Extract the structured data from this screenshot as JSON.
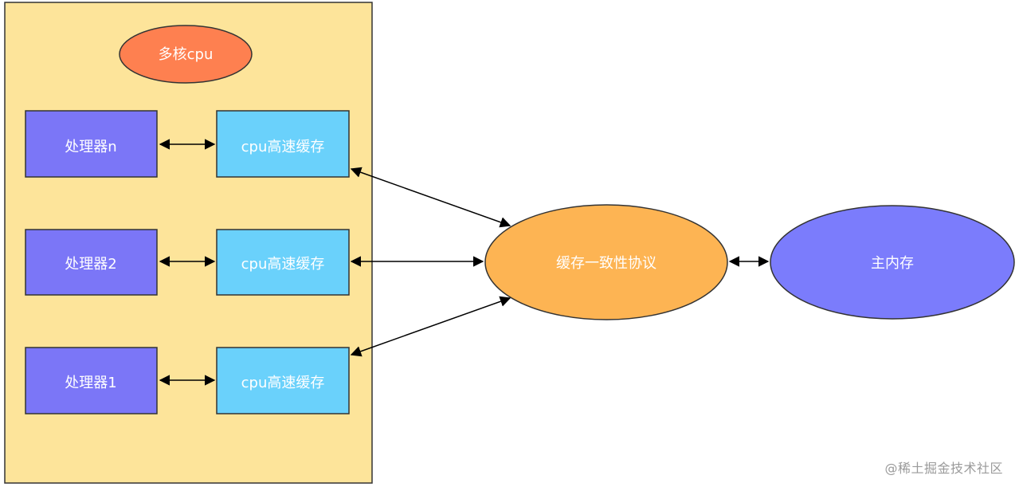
{
  "diagram": {
    "container": {
      "label": "多核cpu",
      "fill": "#fde49a",
      "label_fill": "#fe8050"
    },
    "processors": [
      {
        "label": "处理器n",
        "cache_label": "cpu高速缓存"
      },
      {
        "label": "处理器2",
        "cache_label": "cpu高速缓存"
      },
      {
        "label": "处理器1",
        "cache_label": "cpu高速缓存"
      }
    ],
    "processor_fill": "#7b76f7",
    "cache_fill": "#6ad1fb",
    "protocol": {
      "label": "缓存一致性协议",
      "fill": "#fdb453"
    },
    "memory": {
      "label": "主内存",
      "fill": "#7b7cfc"
    }
  },
  "watermark": "@稀土掘金技术社区"
}
